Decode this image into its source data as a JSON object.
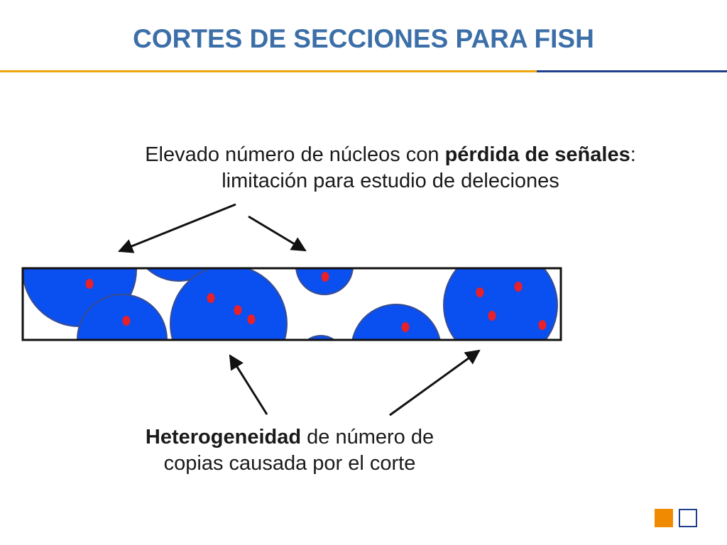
{
  "slide": {
    "title": "CORTES DE SECCIONES PARA FISH",
    "colors": {
      "title": "#3c6fa8",
      "rule_orange": "#f0a30a",
      "rule_blue": "#1f3f8c",
      "nucleus": "#0a4ff0",
      "signal": "#e8202a"
    }
  },
  "top_caption": {
    "text_1": "Elevado número de núcleos con ",
    "bold_1": "pérdida de señales",
    "text_2": ": limitación para estudio de deleciones"
  },
  "bottom_caption": {
    "bold_1": "Heterogeneidad",
    "text_1": " de número de copias causada por el corte"
  },
  "corner_icons": [
    "orange-square-icon",
    "outline-square-icon"
  ]
}
